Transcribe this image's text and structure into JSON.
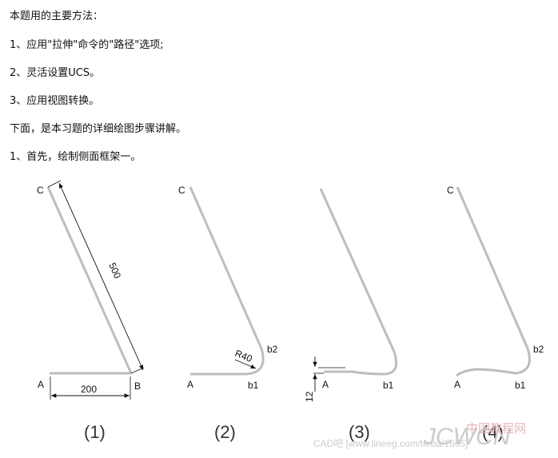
{
  "text": {
    "lines": [
      "本题用的主要方法：",
      "1、应用\"拉伸\"命令的\"路径\"选项;",
      "2、灵活设置UCS。",
      "3、应用视图转换。",
      "下面，是本习题的详细绘图步骤讲解。",
      "1、首先，绘制侧面框架一。"
    ]
  },
  "figures": {
    "fig1": {
      "point_c": "C",
      "point_a": "A",
      "point_b": "B",
      "length_label": "500",
      "width_label": "200",
      "caption": "(1)"
    },
    "fig2": {
      "point_c": "C",
      "point_a": "A",
      "point_b1": "b1",
      "point_b2": "b2",
      "radius_label": "R40",
      "caption": "(2)"
    },
    "fig3": {
      "point_a": "A",
      "point_b1": "b1",
      "height_label": "12",
      "caption": "(3)"
    },
    "fig4": {
      "point_c": "C",
      "point_a": "A",
      "point_b1": "b1",
      "point_b2": "b2",
      "caption": "(4)"
    }
  },
  "watermark": {
    "site_name": "中国教程网",
    "bar_text": "CAD吧 [www.lineeg.com/tieba/1605]",
    "logo_text": "JCWCN"
  }
}
